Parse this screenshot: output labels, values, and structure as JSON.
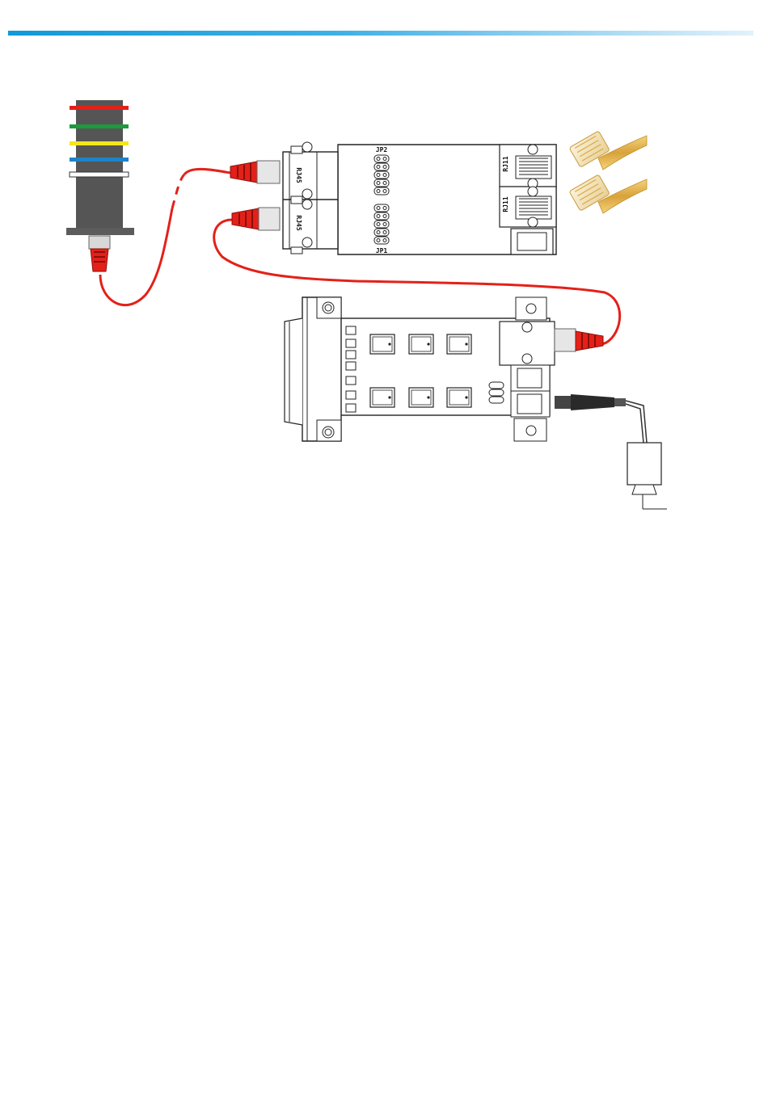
{
  "header": {
    "accent_color": "#1a9ad9"
  },
  "light_tower": {
    "lamp_colors": [
      "#e32119",
      "#1a9b3c",
      "#f4e61b",
      "#1e83c9"
    ]
  },
  "interface_board": {
    "ports": [
      {
        "label": "RJ45",
        "icon": "rj45-socket-icon"
      },
      {
        "label": "RJ45",
        "icon": "rj45-socket-icon"
      },
      {
        "label": "RJ11",
        "icon": "rj11-socket-icon"
      },
      {
        "label": "RJ11",
        "icon": "rj11-socket-icon"
      }
    ],
    "jumpers": [
      {
        "label": "JP2"
      },
      {
        "label": "JP1"
      }
    ]
  },
  "cables": {
    "ethernet_color": "#e32119",
    "phone_color": "#e9b94f"
  }
}
